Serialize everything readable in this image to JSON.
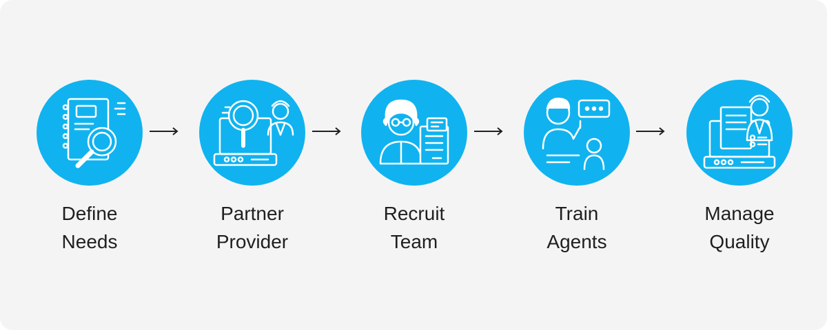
{
  "steps": [
    {
      "line1": "Define",
      "line2": "Needs",
      "icon": "checklist-magnifier-icon"
    },
    {
      "line1": "Partner",
      "line2": "Provider",
      "icon": "laptop-search-agent-icon"
    },
    {
      "line1": "Recruit",
      "line2": "Team",
      "icon": "candidate-resume-icon"
    },
    {
      "line1": "Train",
      "line2": "Agents",
      "icon": "trainer-chat-icon"
    },
    {
      "line1": "Manage",
      "line2": "Quality",
      "icon": "laptop-agent-docs-icon"
    }
  ],
  "colors": {
    "accent": "#10b3ef",
    "background": "#f4f4f5",
    "text": "#1f1f1f",
    "arrow": "#1f1f1f"
  }
}
